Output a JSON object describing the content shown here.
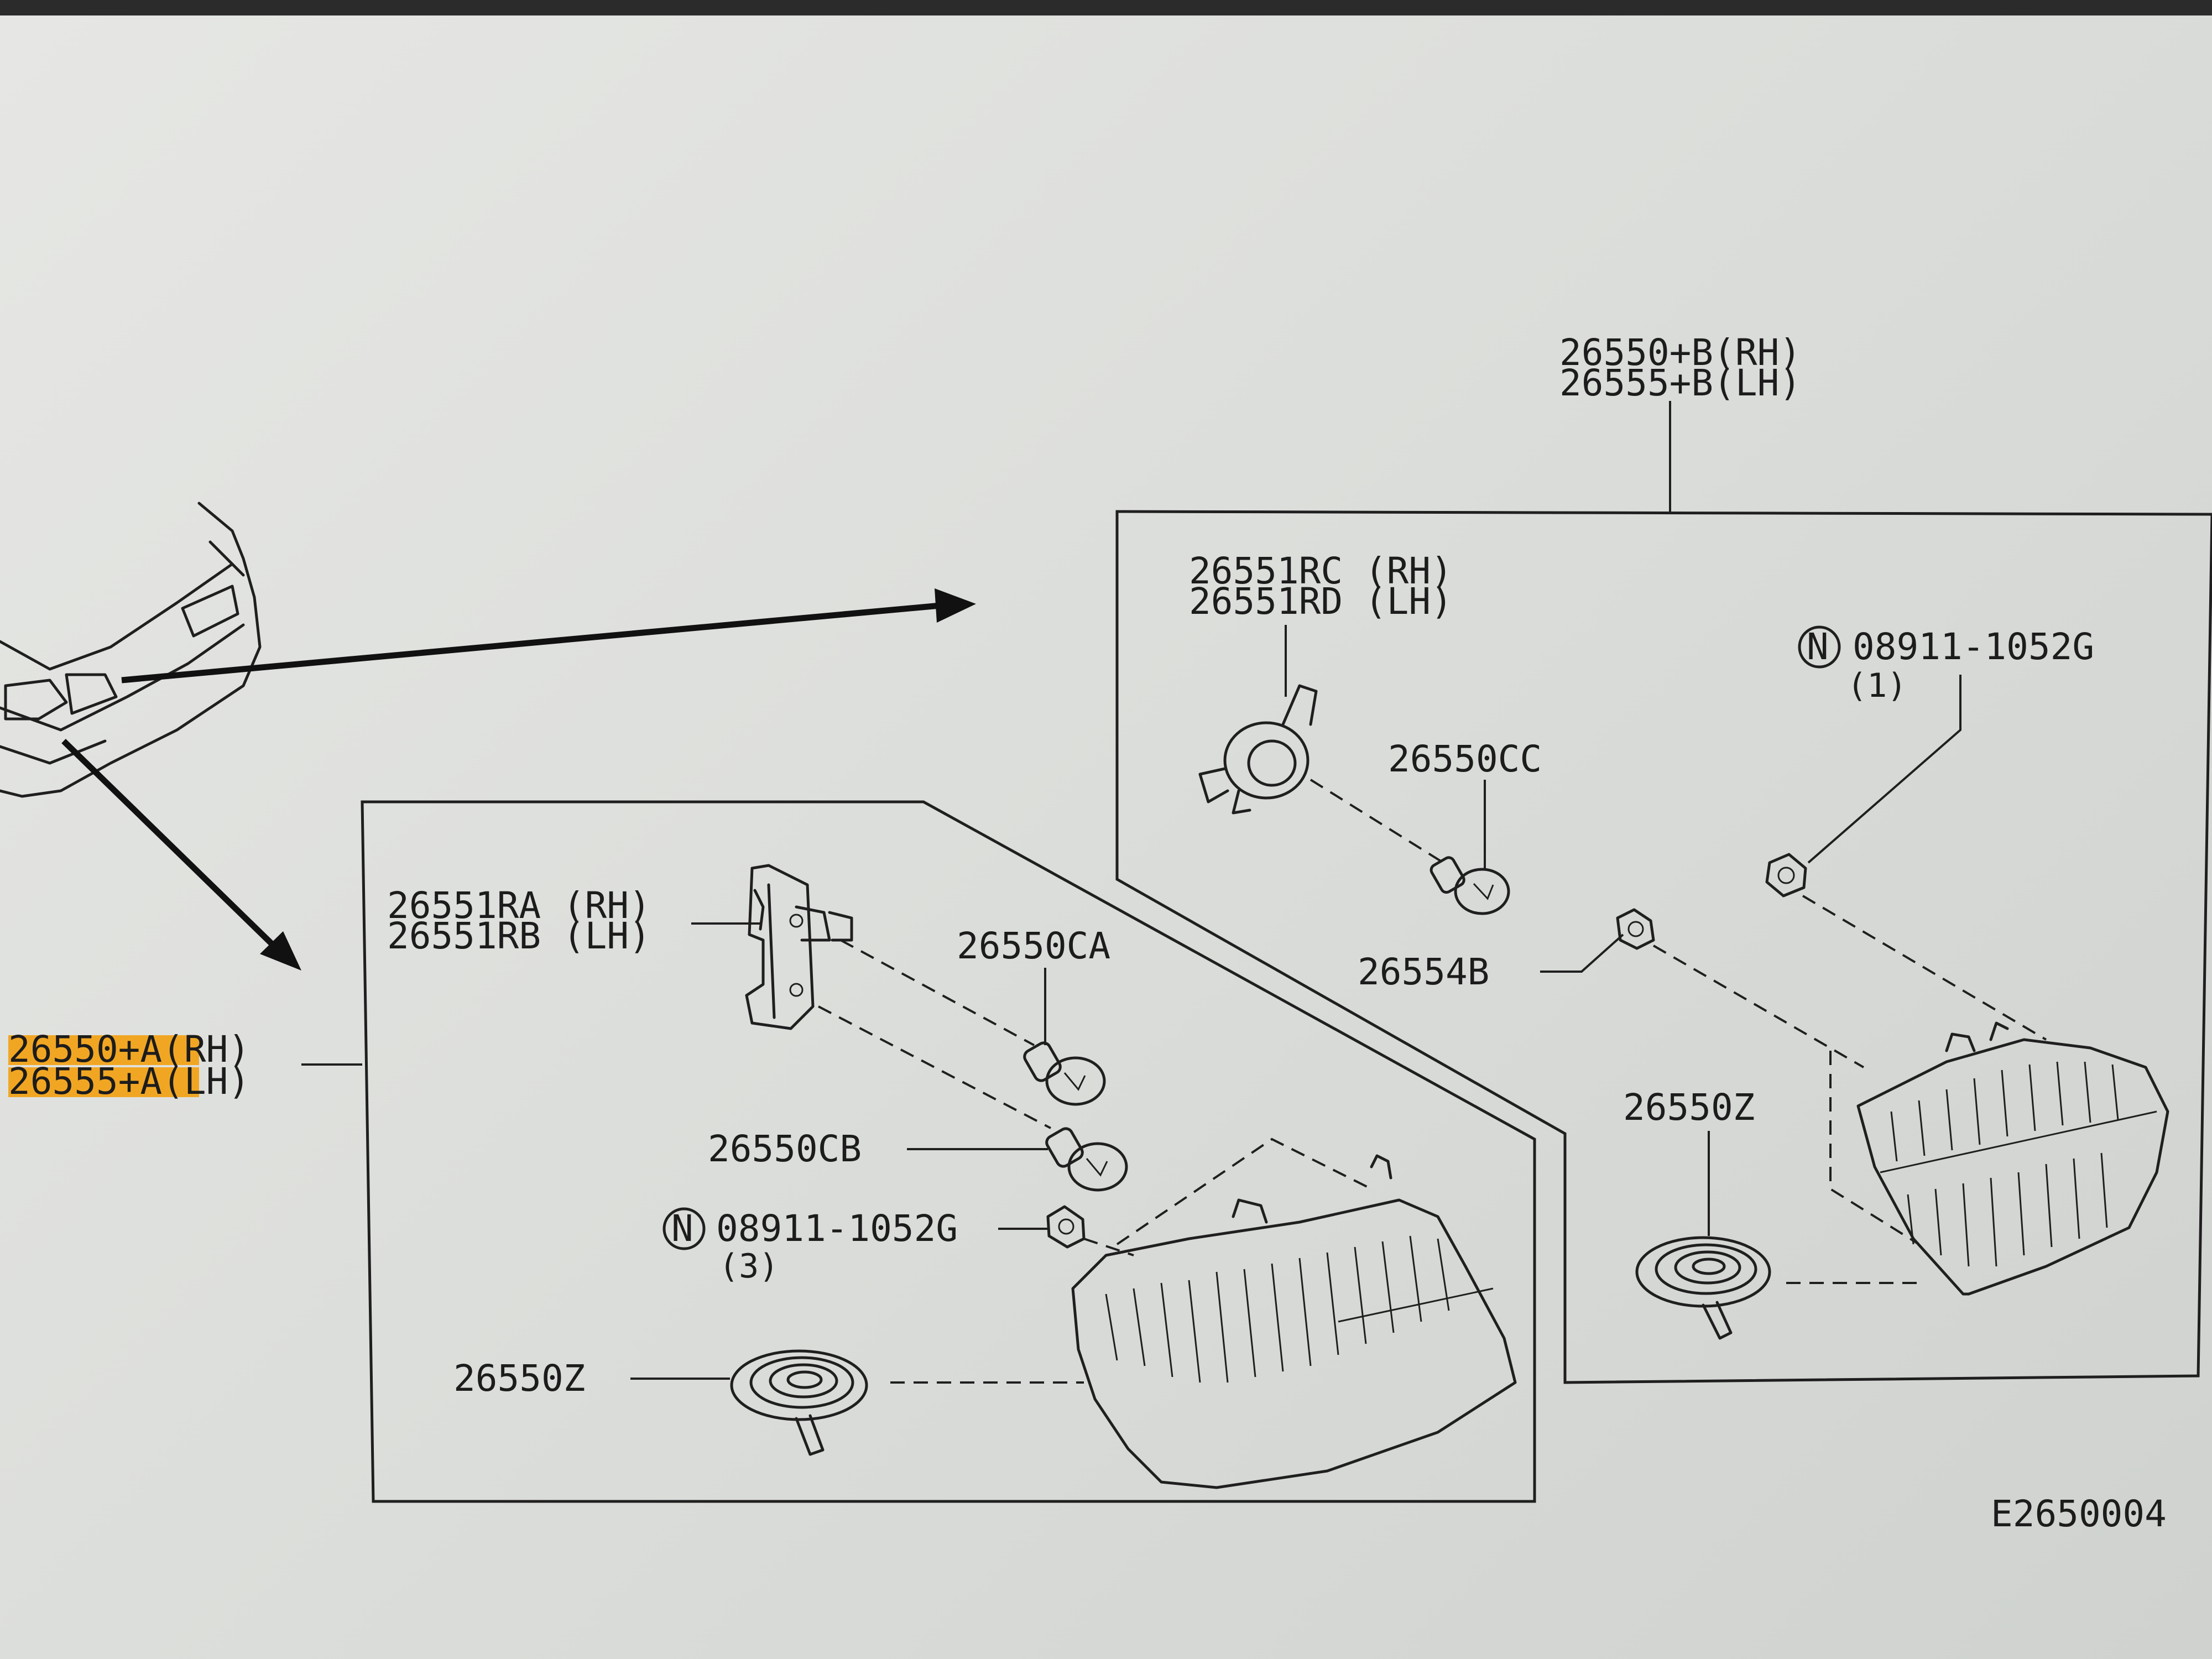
{
  "diagram": {
    "drawing_code": "E2650004",
    "assembly_right": {
      "line1": "26550+B(RH)",
      "line2": "26555+B(LH)"
    },
    "assembly_left": {
      "line1": "26550+A(RH)",
      "line2": "26555+A(LH)"
    },
    "right_box": {
      "socket": {
        "line1": "26551RC (RH)",
        "line2": "26551RD (LH)"
      },
      "bulb": "26550CC",
      "nut_circle": "N",
      "nut_part": "08911-1052G",
      "nut_qty": "(1)",
      "grommet": "26554B",
      "seal": "26550Z"
    },
    "left_box": {
      "socket": {
        "line1": "26551RA (RH)",
        "line2": "26551RB (LH)"
      },
      "bulb_a": "26550CA",
      "bulb_b": "26550CB",
      "nut_circle": "N",
      "nut_part": "08911-1052G",
      "nut_qty": "(3)",
      "seal": "26550Z"
    },
    "highlight_color": "#f2a112"
  }
}
